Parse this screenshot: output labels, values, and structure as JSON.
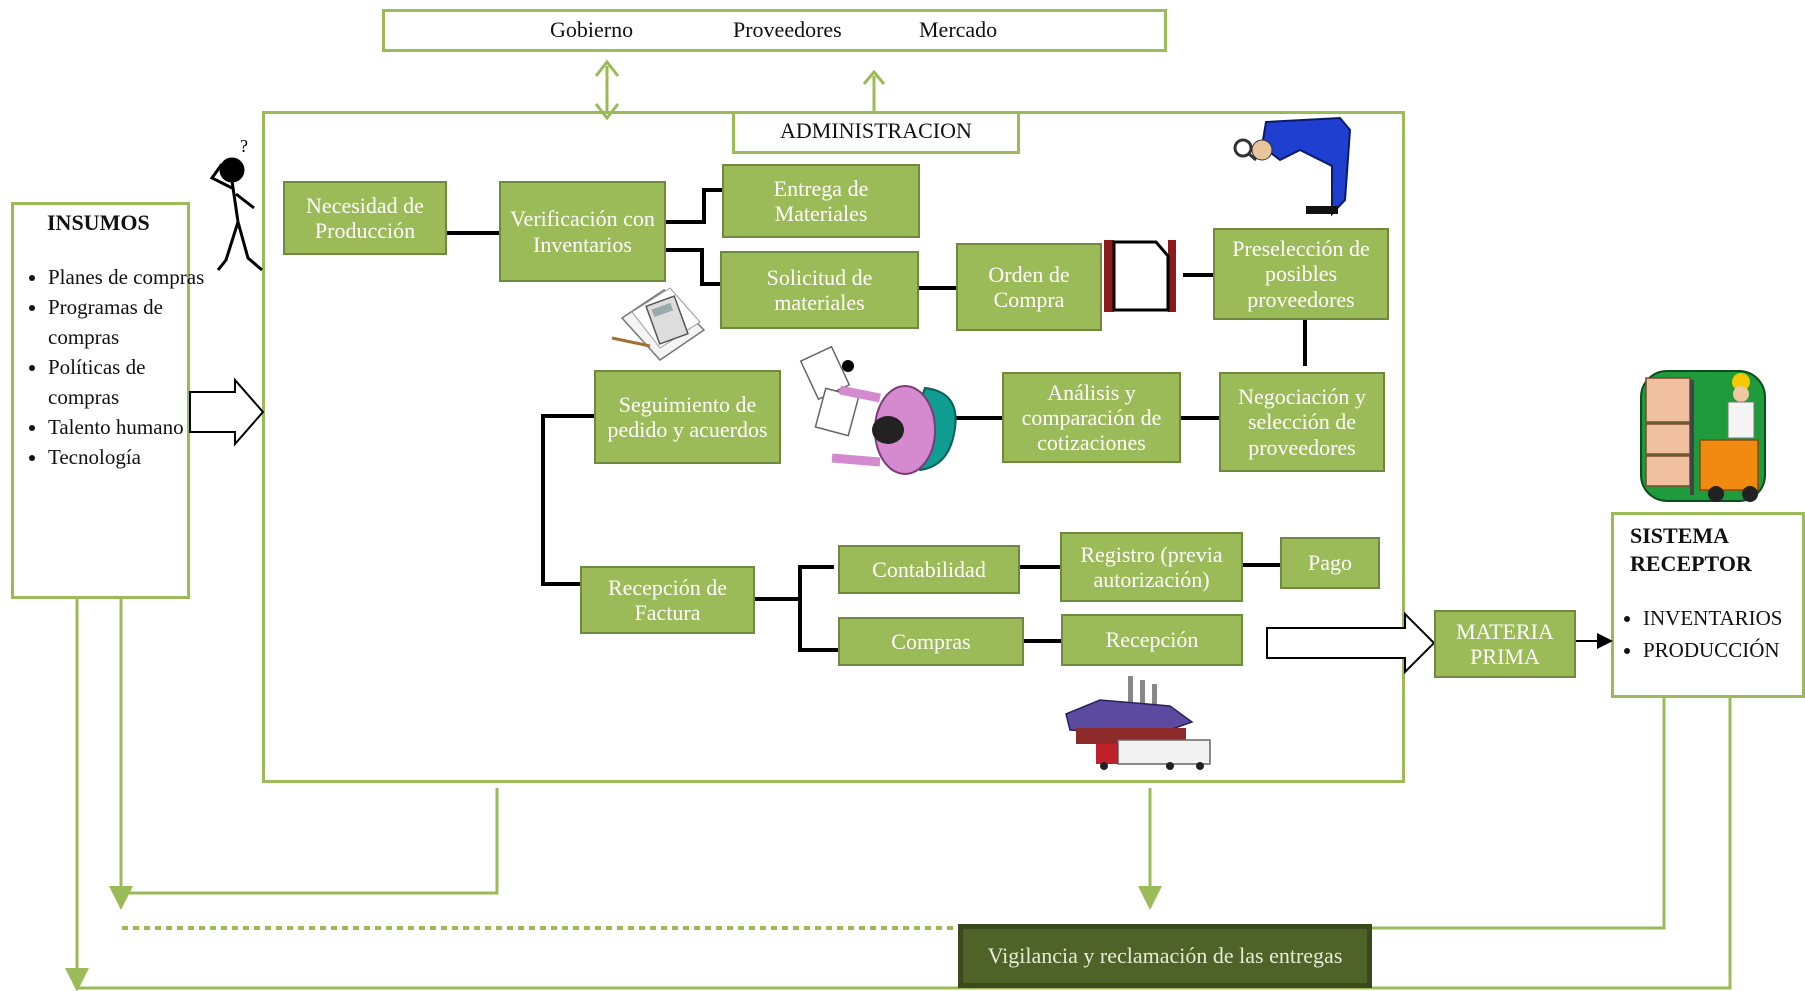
{
  "top_bar": {
    "items": [
      "Gobierno",
      "Proveedores",
      "Mercado"
    ]
  },
  "admin": {
    "label": "ADMINISTRACION"
  },
  "insumos": {
    "title": "INSUMOS",
    "items": [
      "Planes de compras",
      "Programas de compras",
      "Políticas de compras",
      "Talento humano",
      "Tecnología"
    ]
  },
  "sistema": {
    "title": "SISTEMA RECEPTOR",
    "items": [
      "INVENTARIOS",
      "PRODUCCIÓN"
    ]
  },
  "process": {
    "necesidad": "Necesidad de Producción",
    "verificacion": "Verificación con Inventarios",
    "entrega": "Entrega de Materiales",
    "solicitud": "Solicitud de materiales",
    "orden": "Orden de Compra",
    "preseleccion": "Preselección de posibles proveedores",
    "negociacion": "Negociación y selección de proveedores",
    "analisis": "Análisis y comparación de cotizaciones",
    "seguimiento": "Seguimiento de pedido y acuerdos",
    "recepcion_factura": "Recepción de Factura",
    "contabilidad": "Contabilidad",
    "registro": "Registro (previa autorización)",
    "pago": "Pago",
    "compras": "Compras",
    "recepcion": "Recepción",
    "materia_prima": "MATERIA PRIMA",
    "vigilancia": "Vigilancia y reclamación de las entregas"
  },
  "colors": {
    "green": "#9bbb59",
    "green_border": "#71893f",
    "dark_green": "#4f6228",
    "line": "#000000"
  }
}
